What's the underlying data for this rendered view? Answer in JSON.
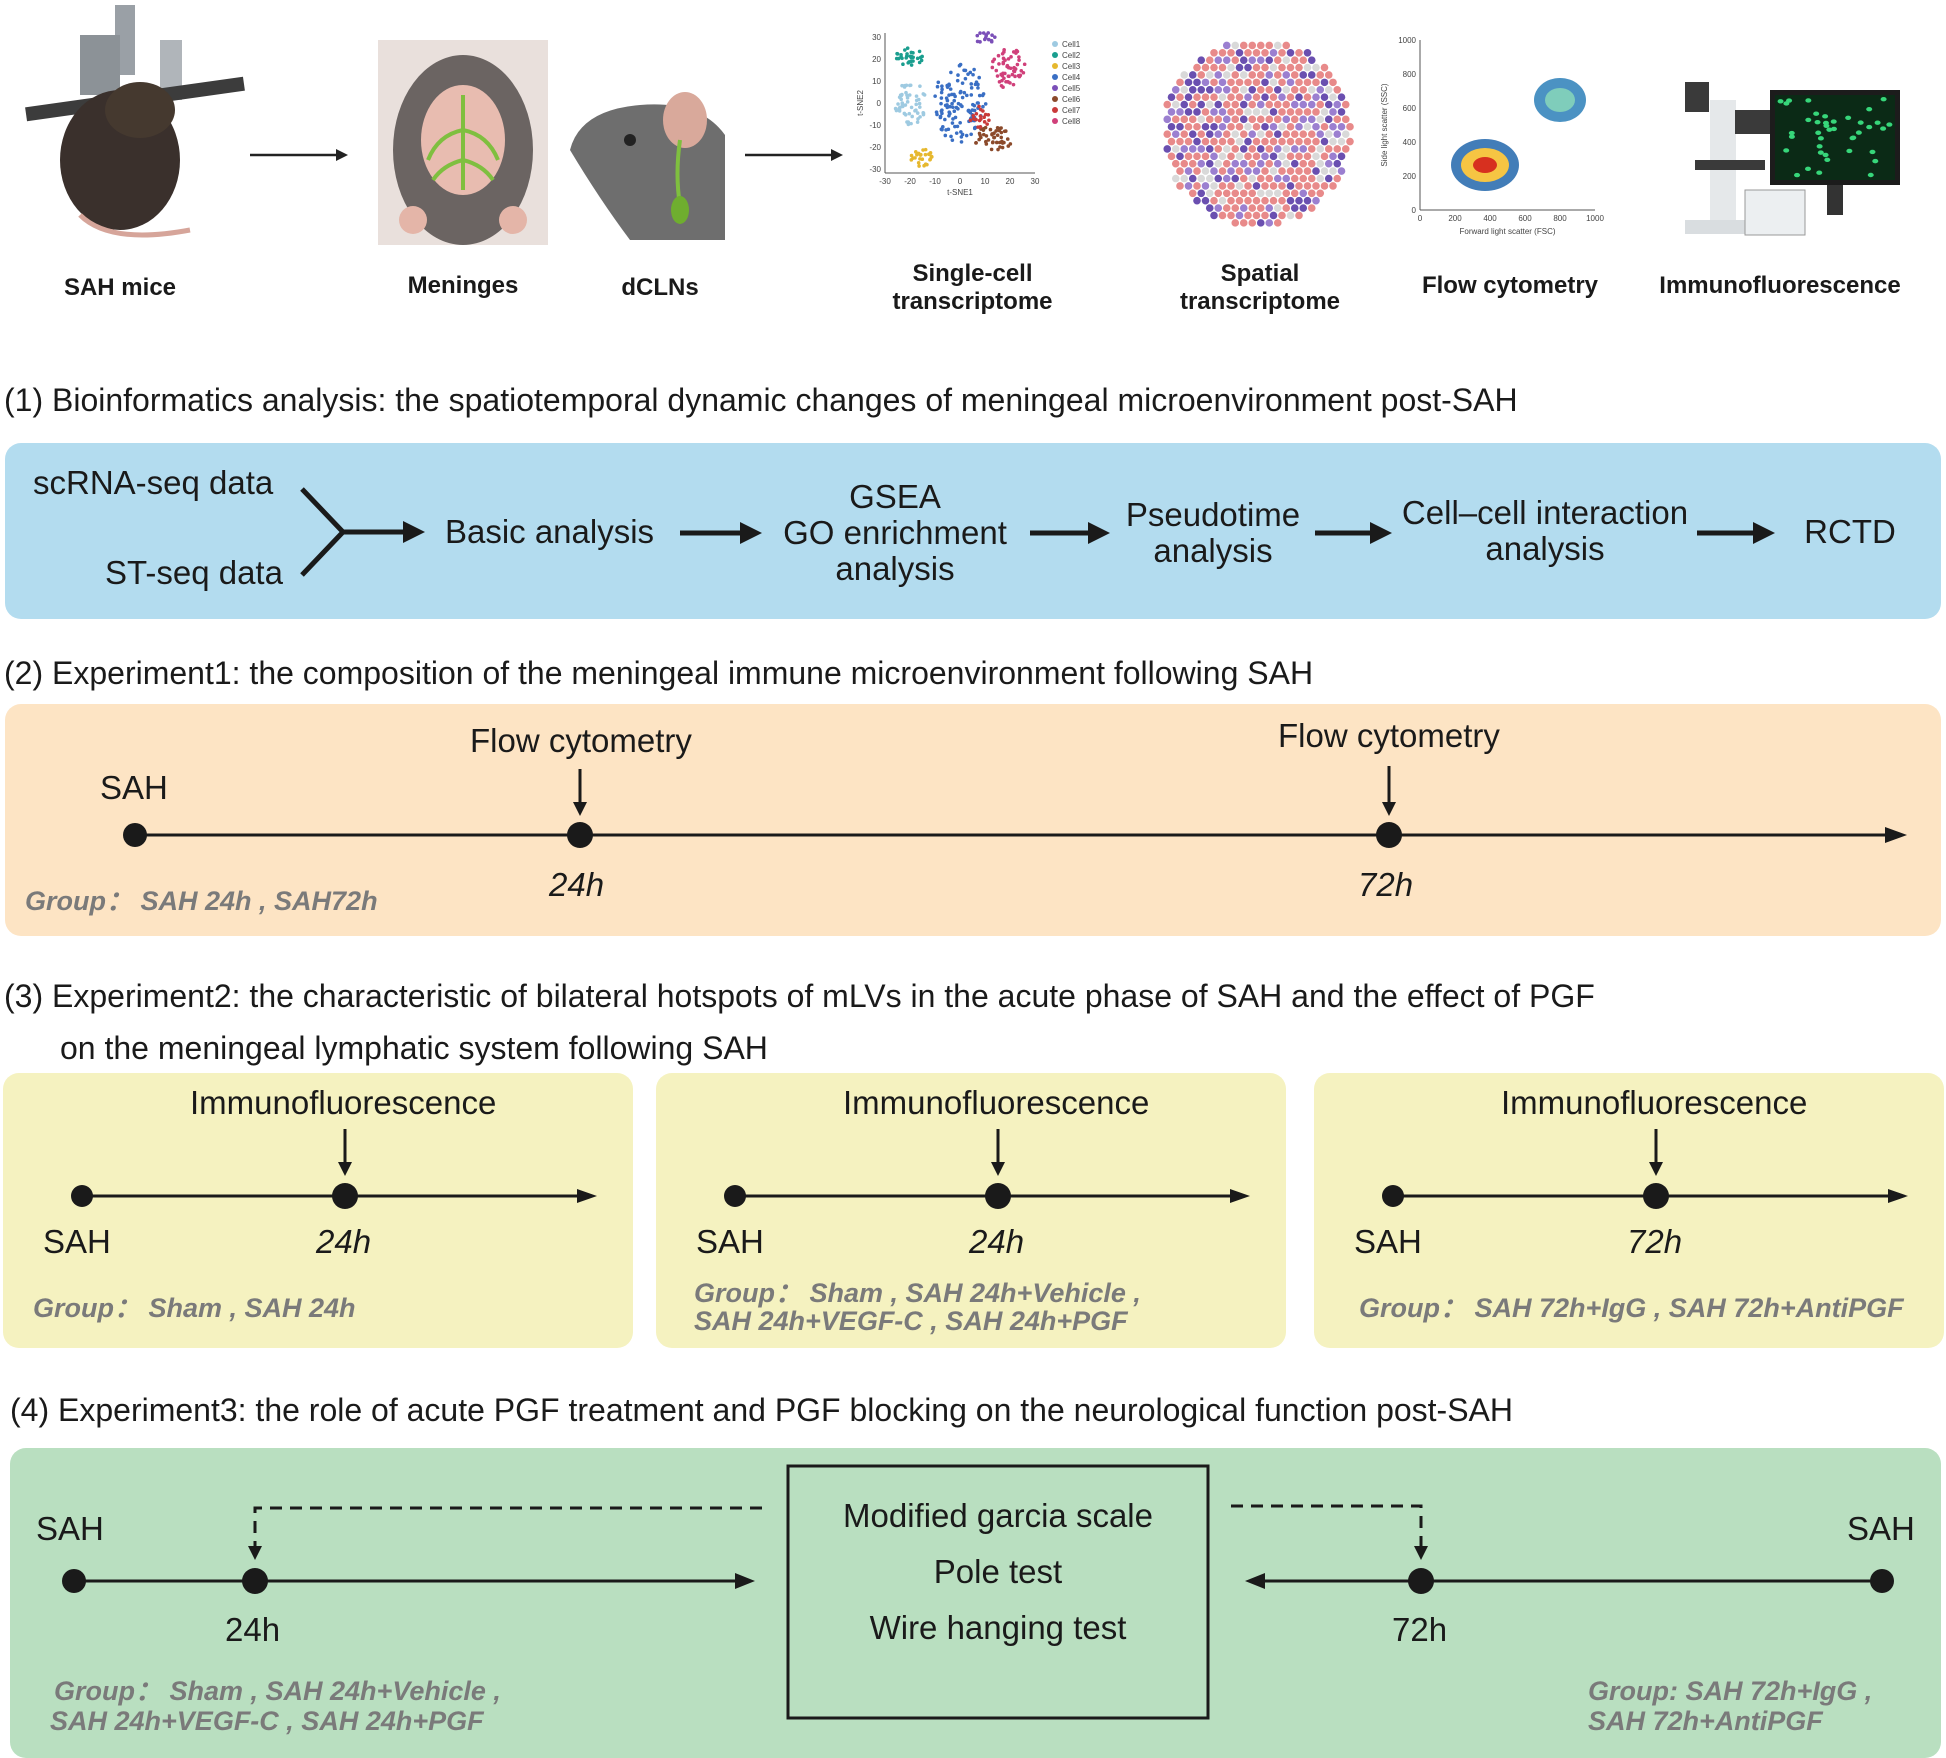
{
  "workflow": {
    "items": [
      {
        "label": "SAH mice"
      },
      {
        "label": "Meninges"
      },
      {
        "label": "dCLNs"
      },
      {
        "label": "Single-cell transcriptome"
      },
      {
        "label": "Spatial transcriptome"
      },
      {
        "label": "Flow cytometry"
      },
      {
        "label": "Immunofluorescence"
      }
    ],
    "tsne": {
      "xlabel": "t-SNE1",
      "ylabel": "t-SNE2",
      "xticks": [
        "-30",
        "-20",
        "-10",
        "0",
        "10",
        "20",
        "30"
      ],
      "yticks": [
        "30",
        "20",
        "10",
        "0",
        "-10",
        "-20",
        "-30"
      ],
      "legend": [
        "Cell1",
        "Cell2",
        "Cell3",
        "Cell4",
        "Cell5",
        "Cell6",
        "Cell7",
        "Cell8"
      ],
      "colors": [
        "#9ecae1",
        "#1a9e8f",
        "#e6b82e",
        "#3a6fc4",
        "#7b4fb8",
        "#8b4a2b",
        "#c93a3a",
        "#d0407a"
      ]
    },
    "flow_plot": {
      "xlabel": "Forward light scatter (FSC)",
      "ylabel": "Side light scatter (SSC)",
      "xticks": [
        "0",
        "200",
        "400",
        "600",
        "800",
        "1000"
      ],
      "yticks": [
        "1000",
        "800",
        "600",
        "400",
        "200",
        "0"
      ]
    }
  },
  "section1": {
    "title": "(1) Bioinformatics analysis: the spatiotemporal dynamic changes of meningeal microenvironment post-SAH",
    "input_top": "scRNA-seq data",
    "input_bottom": "ST-seq data",
    "steps": [
      "Basic analysis",
      "GSEA",
      "GO enrichment",
      "analysis",
      "Pseudotime",
      "analysis",
      "Cell–cell interaction",
      "analysis",
      "RCTD"
    ],
    "color": "#b3dcef"
  },
  "section2": {
    "title": "(2) Experiment1: the composition of the meningeal immune microenvironment following SAH",
    "start": "SAH",
    "event1": "Flow cytometry",
    "event2": "Flow cytometry",
    "time1": "24h",
    "time2": "72h",
    "group": "Group： SAH 24h , SAH72h",
    "color": "#fde4c4"
  },
  "section3": {
    "title_line1": "(3) Experiment2: the characteristic of bilateral hotspots of mLVs in the acute phase of SAH and the effect of PGF",
    "title_line2": "on the meningeal lymphatic system following SAH",
    "panels": [
      {
        "event": "Immunofluorescence",
        "start": "SAH",
        "time": "24h",
        "group1": "Group：  Sham , SAH 24h",
        "group2": ""
      },
      {
        "event": "Immunofluorescence",
        "start": "SAH",
        "time": "24h",
        "group1": "Group：  Sham , SAH 24h+Vehicle ,",
        "group2": "SAH 24h+VEGF-C , SAH 24h+PGF"
      },
      {
        "event": "Immunofluorescence",
        "start": "SAH",
        "time": "72h",
        "group1": "Group：  SAH 72h+IgG , SAH 72h+AntiPGF",
        "group2": ""
      }
    ],
    "color": "#f5f2c0"
  },
  "section4": {
    "title": "(4) Experiment3: the role of acute PGF treatment and PGF blocking on the neurological function post-SAH",
    "left_start": "SAH",
    "left_time": "24h",
    "right_start": "SAH",
    "right_time": "72h",
    "tests": [
      "Modified garcia scale",
      "Pole test",
      "Wire hanging test"
    ],
    "group_left1": "Group：  Sham , SAH 24h+Vehicle ,",
    "group_left2": "SAH 24h+VEGF-C ,  SAH 24h+PGF",
    "group_right1": "Group: SAH 72h+IgG ,",
    "group_right2": "SAH 72h+AntiPGF",
    "color": "#b9dfc0"
  }
}
